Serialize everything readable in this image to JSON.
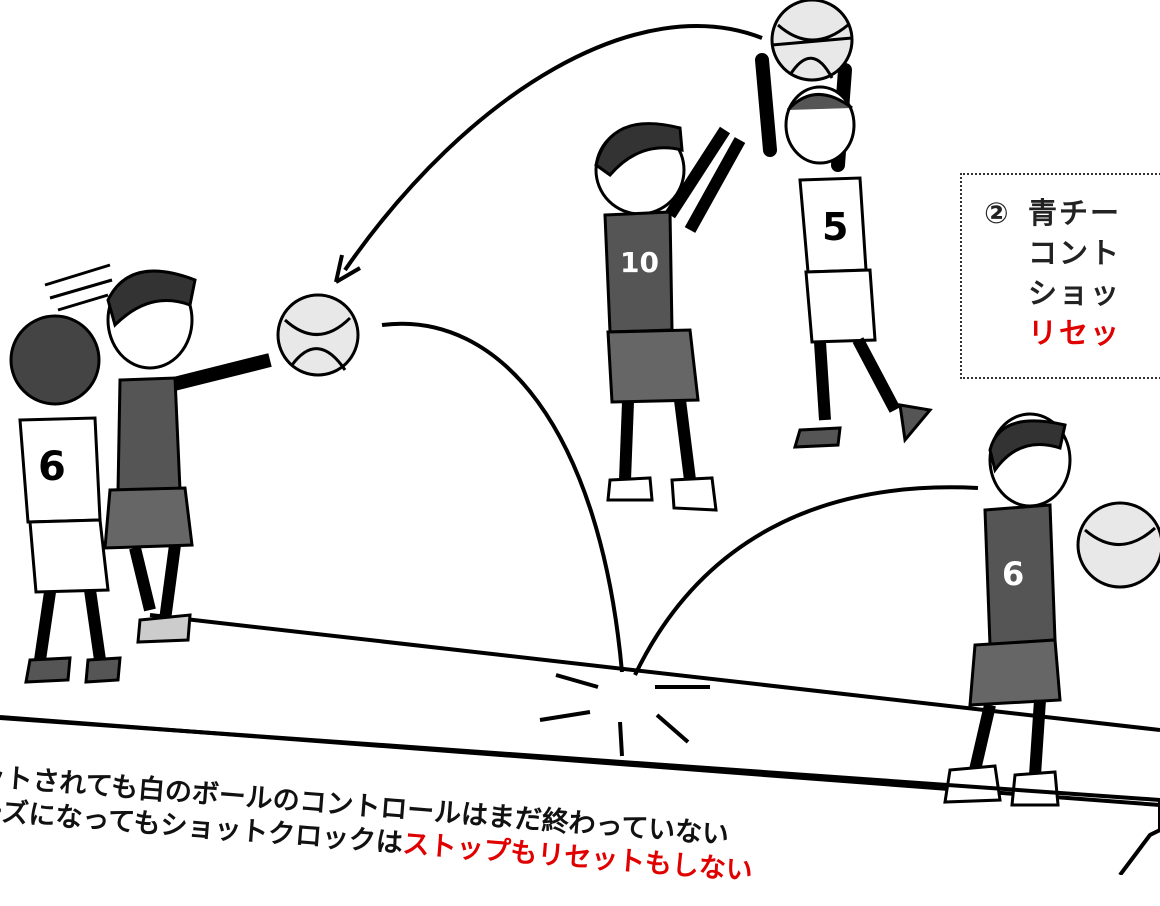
{
  "callout": {
    "number": "②",
    "line1": "青チー",
    "line2": "コント",
    "line3": "ショッ",
    "line4_red": "リセッ"
  },
  "caption": {
    "line1": "ットされても白のボールのコントロールはまだ終わっていない",
    "line2_black": "ーズになってもショットクロックは",
    "line2_red": "ストップもリセットもしない"
  },
  "jerseys": {
    "shooter": "5",
    "defender": "10",
    "left_front": "6",
    "right_player": "6"
  },
  "colors": {
    "red": "#e00000",
    "dark_jersey": "#555555"
  }
}
